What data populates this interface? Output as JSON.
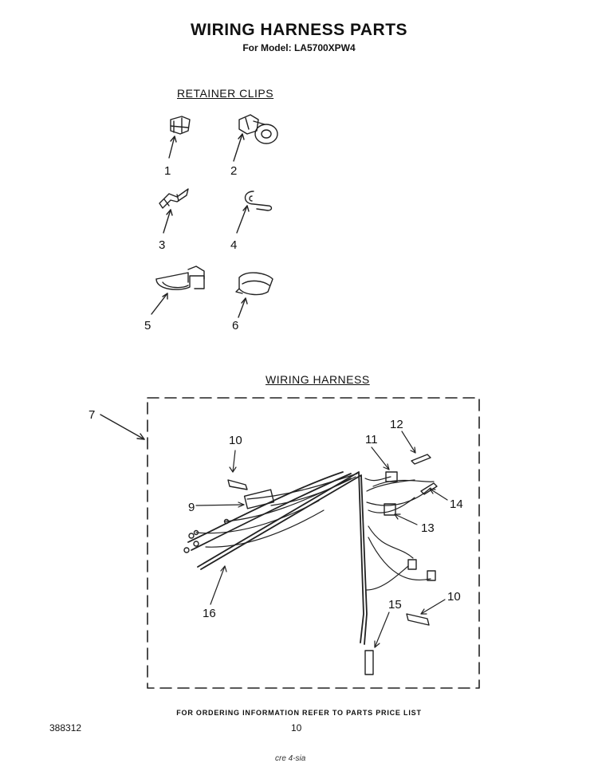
{
  "title": "WIRING HARNESS PARTS",
  "model_label": "For Model: LA5700XPW4",
  "sections": {
    "retainer_clips": "RETAINER CLIPS",
    "wiring_harness": "WIRING HARNESS"
  },
  "callouts": [
    "1",
    "2",
    "3",
    "4",
    "5",
    "6",
    "7",
    "9",
    "10",
    "11",
    "12",
    "13",
    "14",
    "15",
    "16",
    "10"
  ],
  "footer": {
    "note": "FOR ORDERING INFORMATION REFER TO PARTS PRICE LIST",
    "code": "388312",
    "page": "10",
    "scribble": "cre 4-sia"
  }
}
